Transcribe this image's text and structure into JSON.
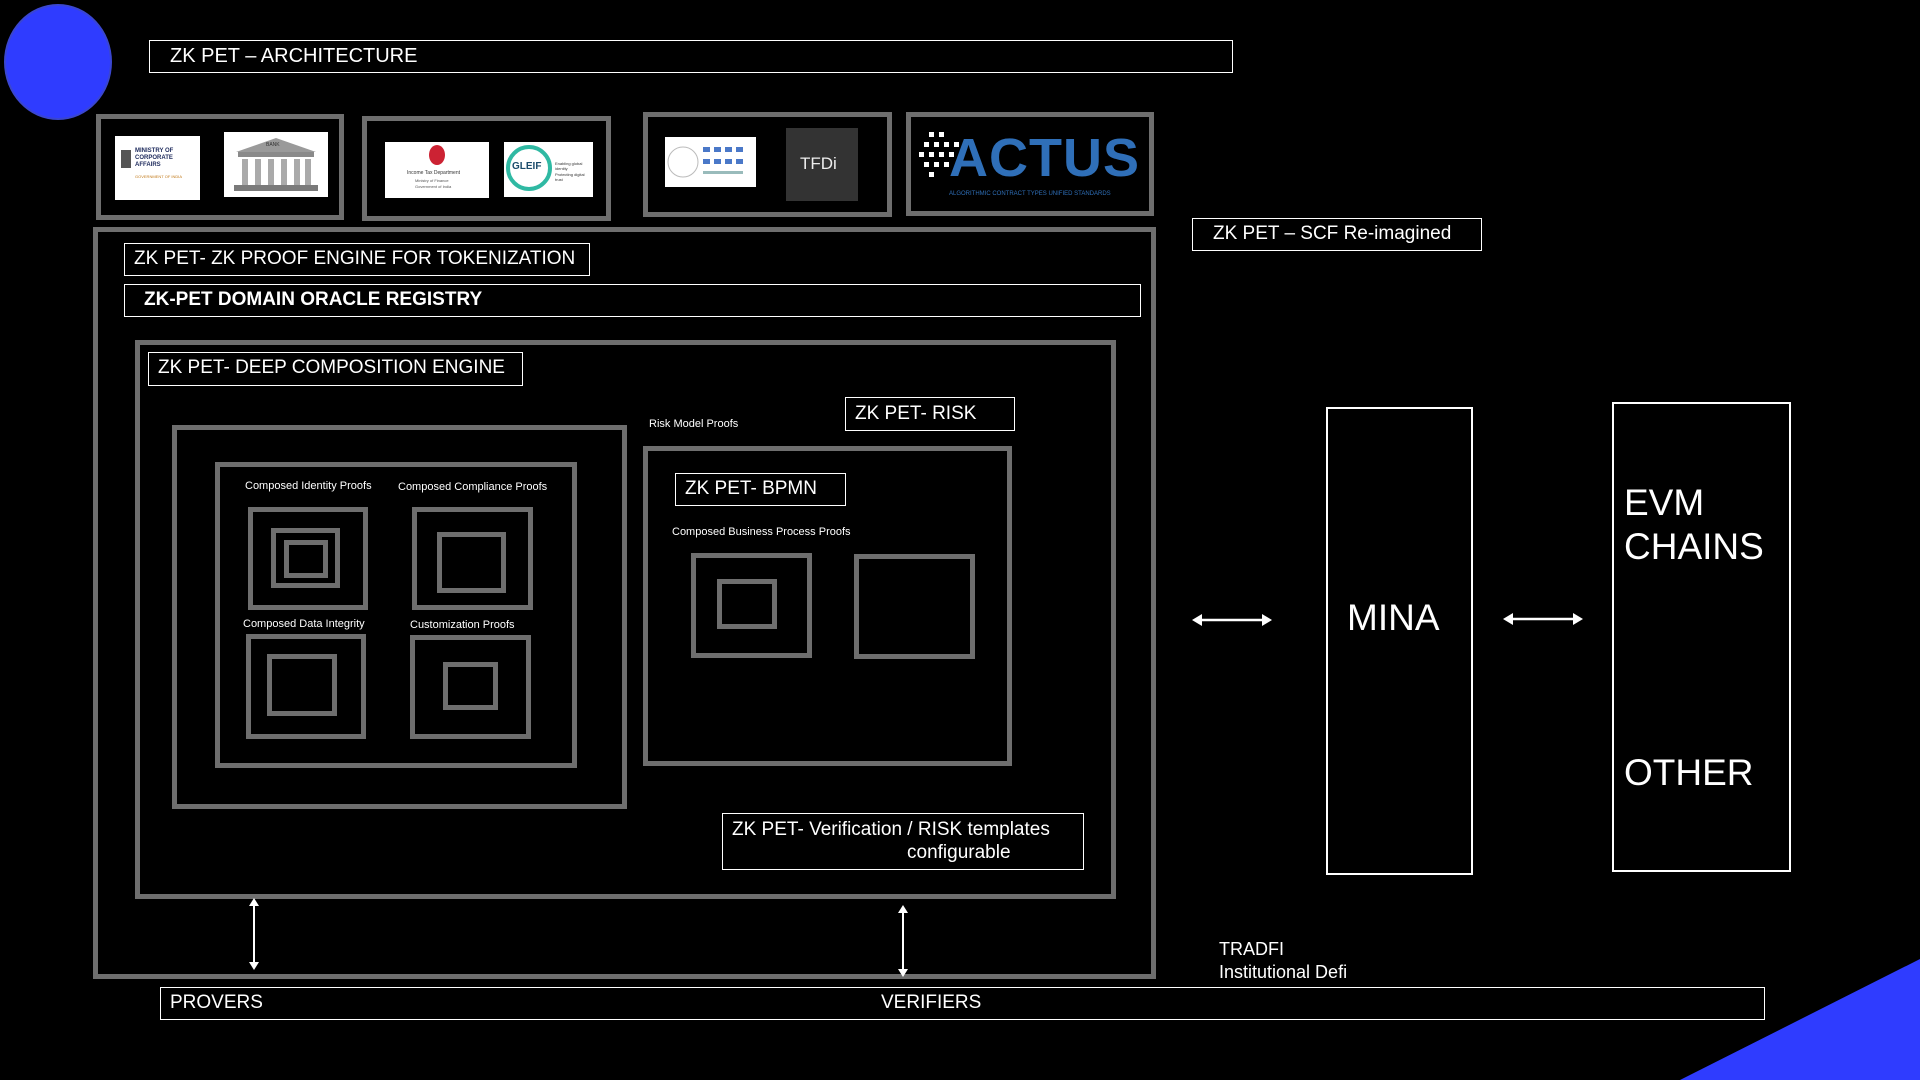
{
  "title": "ZK PET – ARCHITECTURE",
  "colors": {
    "background": "#000000",
    "accent_blue": "#2f3cff",
    "frame_gray": "#6e6e6e",
    "text": "#ffffff"
  },
  "logos": {
    "mca_label": "MINISTRY OF CORPORATE AFFAIRS",
    "mca_sub": "GOVERNMENT OF INDIA",
    "bank_label": "BANK",
    "it_dept_label": "Income Tax Department",
    "it_dept_sub1": "Ministry of Finance",
    "it_dept_sub2": "Government of India",
    "gleif_label": "GLEIF",
    "gleif_tag1": "Enabling global identity",
    "gleif_tag2": "Protecting digital trust",
    "tfdi_label": "TFDi",
    "actus_label": "ACTUS",
    "actus_tagline": "ALGORITHMIC CONTRACT TYPES UNIFIED STANDARDS"
  },
  "scf_label": "ZK PET – SCF Re-imagined",
  "proof_engine_label": "ZK PET-  ZK PROOF ENGINE FOR TOKENIZATION",
  "oracle_registry_label": "ZK-PET DOMAIN ORACLE REGISTRY",
  "composition_engine_label": "ZK PET-  DEEP COMPOSITION ENGINE",
  "risk_model_proofs": "Risk Model Proofs",
  "risk_label": "ZK PET-  RISK",
  "bpmn_label": "ZK PET-  BPMN",
  "business_process_proofs": "Composed Business Process Proofs",
  "identity_proofs": "Composed Identity Proofs",
  "compliance_proofs": "Composed Compliance Proofs",
  "data_integrity": "Composed Data Integrity",
  "customization_proofs": "Customization  Proofs",
  "verification_line1": "ZK PET-  Verification / RISK templates",
  "verification_line2": "configurable",
  "mina_label": "MINA",
  "evm_line1": "EVM",
  "evm_line2": "CHAINS",
  "other_label": "OTHER",
  "tradfi_line1": "TRADFI",
  "tradfi_line2": "Institutional Defi",
  "provers_label": "PROVERS",
  "verifiers_label": "VERIFIERS"
}
